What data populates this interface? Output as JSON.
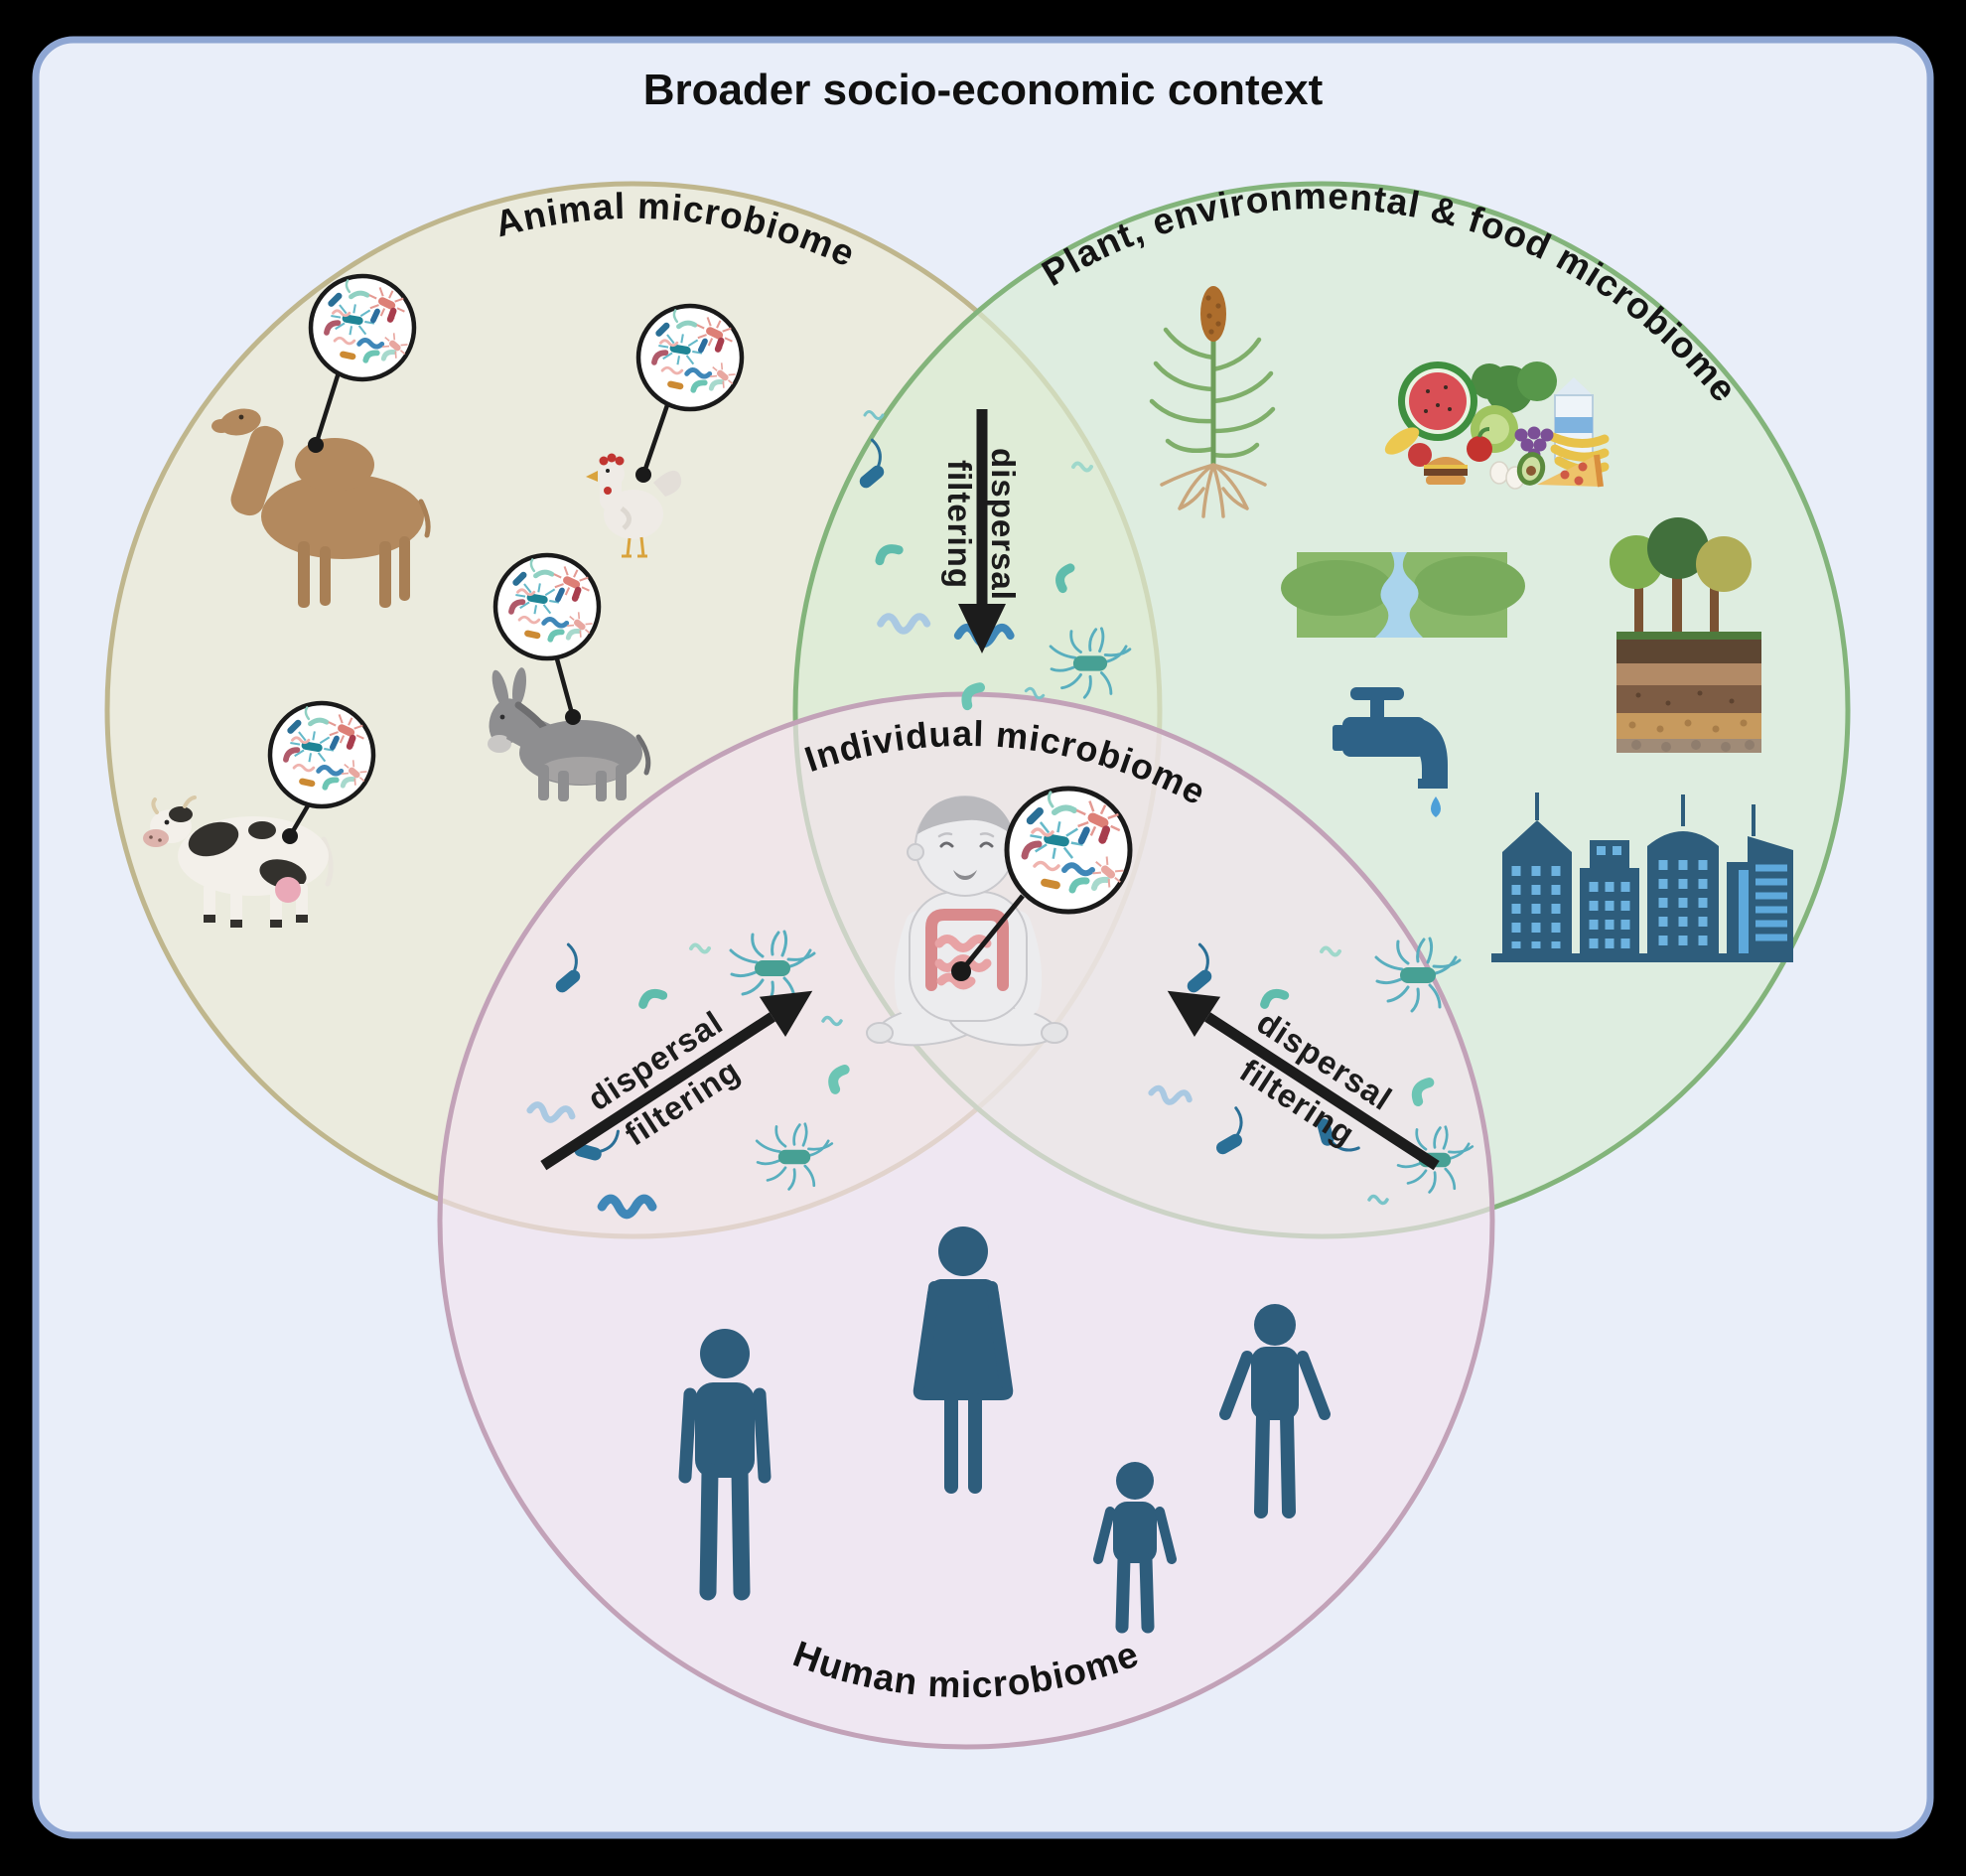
{
  "title": "Broader socio-economic context",
  "regions": {
    "animal": {
      "label": "Animal microbiome"
    },
    "plant": {
      "label": "Plant, environmental & food microbiome"
    },
    "human": {
      "label": "Human microbiome"
    },
    "individual": {
      "label": "Individual microbiome"
    }
  },
  "arrow_labels": {
    "line1": "dispersal",
    "line2": "filtering"
  },
  "colors": {
    "panel_bg": "#e9eef9",
    "panel_border": "#8ea6d3",
    "animal_fill": "#ece9cf",
    "animal_border": "#bfb68d",
    "plant_fill": "#d8ecd2",
    "plant_border": "#83b47b",
    "human_fill": "#f2e3ee",
    "human_border": "#c2a2b8",
    "people": "#2e5d7c",
    "arrow": "#1c1c1c"
  },
  "icons": {
    "animals": [
      "camel",
      "chicken",
      "donkey",
      "cow"
    ],
    "magnifier": "microbe-magnifier-circle",
    "plant_env_food": [
      "sorghum-plant",
      "food-pile",
      "river-landscape",
      "trees-soil-profile",
      "water-tap",
      "city-buildings"
    ],
    "center": "baby-with-gut-microbiome",
    "humans": [
      "man",
      "woman",
      "child",
      "person-open-arms"
    ],
    "microbes": "bacteria"
  }
}
